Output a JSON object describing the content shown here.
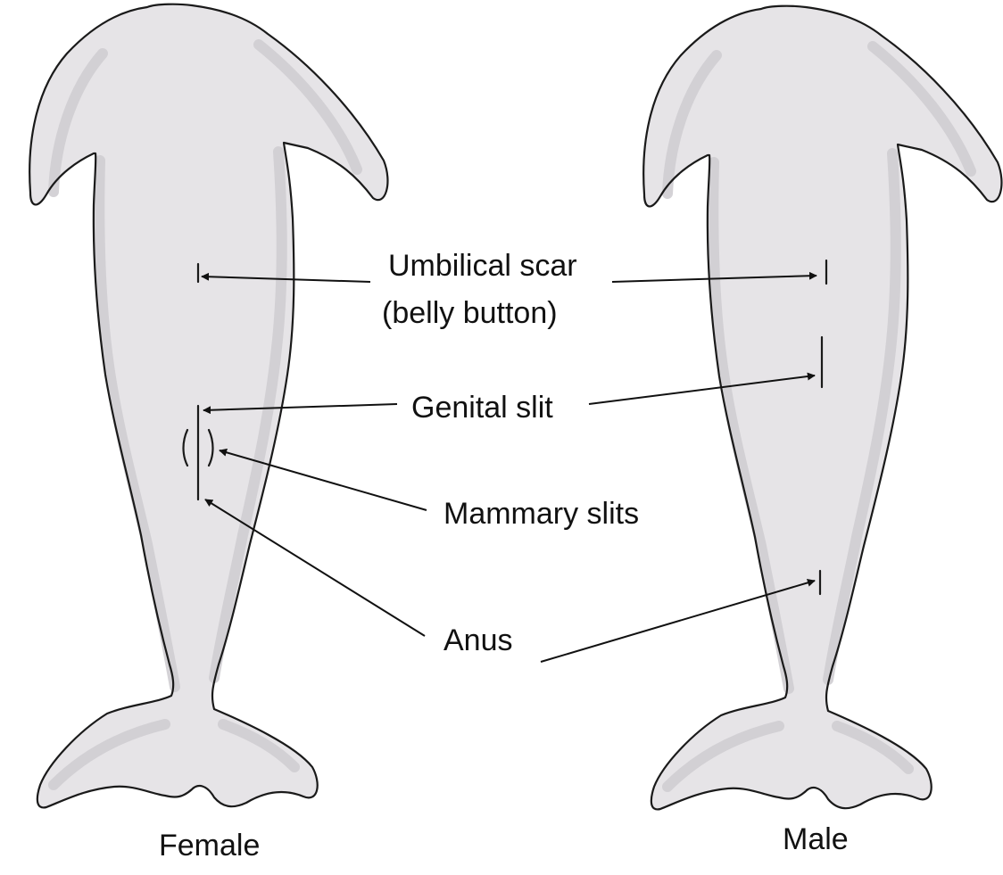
{
  "labels": {
    "umbilical_line1": "Umbilical scar",
    "umbilical_line2": "(belly button)",
    "genital": "Genital slit",
    "mammary": "Mammary slits",
    "anus": "Anus",
    "female": "Female",
    "male": "Male"
  },
  "colors": {
    "body_fill": "#e6e4e7",
    "body_shade": "#cfcdd2",
    "outline": "#1a1a1a"
  }
}
